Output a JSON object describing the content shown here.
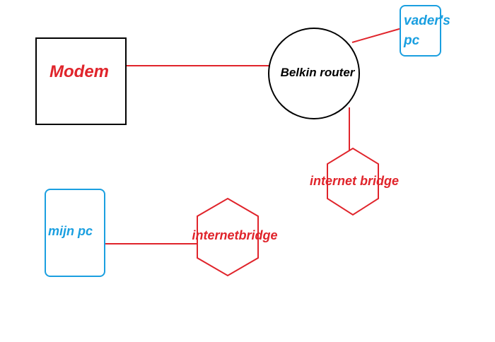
{
  "colors": {
    "red": "#e0242b",
    "blue": "#1a9fe0",
    "black": "#000000",
    "background": "#ffffff"
  },
  "nodes": {
    "modem": {
      "label": "Modem"
    },
    "router": {
      "label": "Belkin router"
    },
    "vaders_pc": {
      "label_line1": "vader's",
      "label_line2": "pc"
    },
    "bridge_top": {
      "label": "internet bridge"
    },
    "bridge_bottom": {
      "label": "internetbridge"
    },
    "mijn_pc": {
      "label": "mijn pc"
    }
  }
}
